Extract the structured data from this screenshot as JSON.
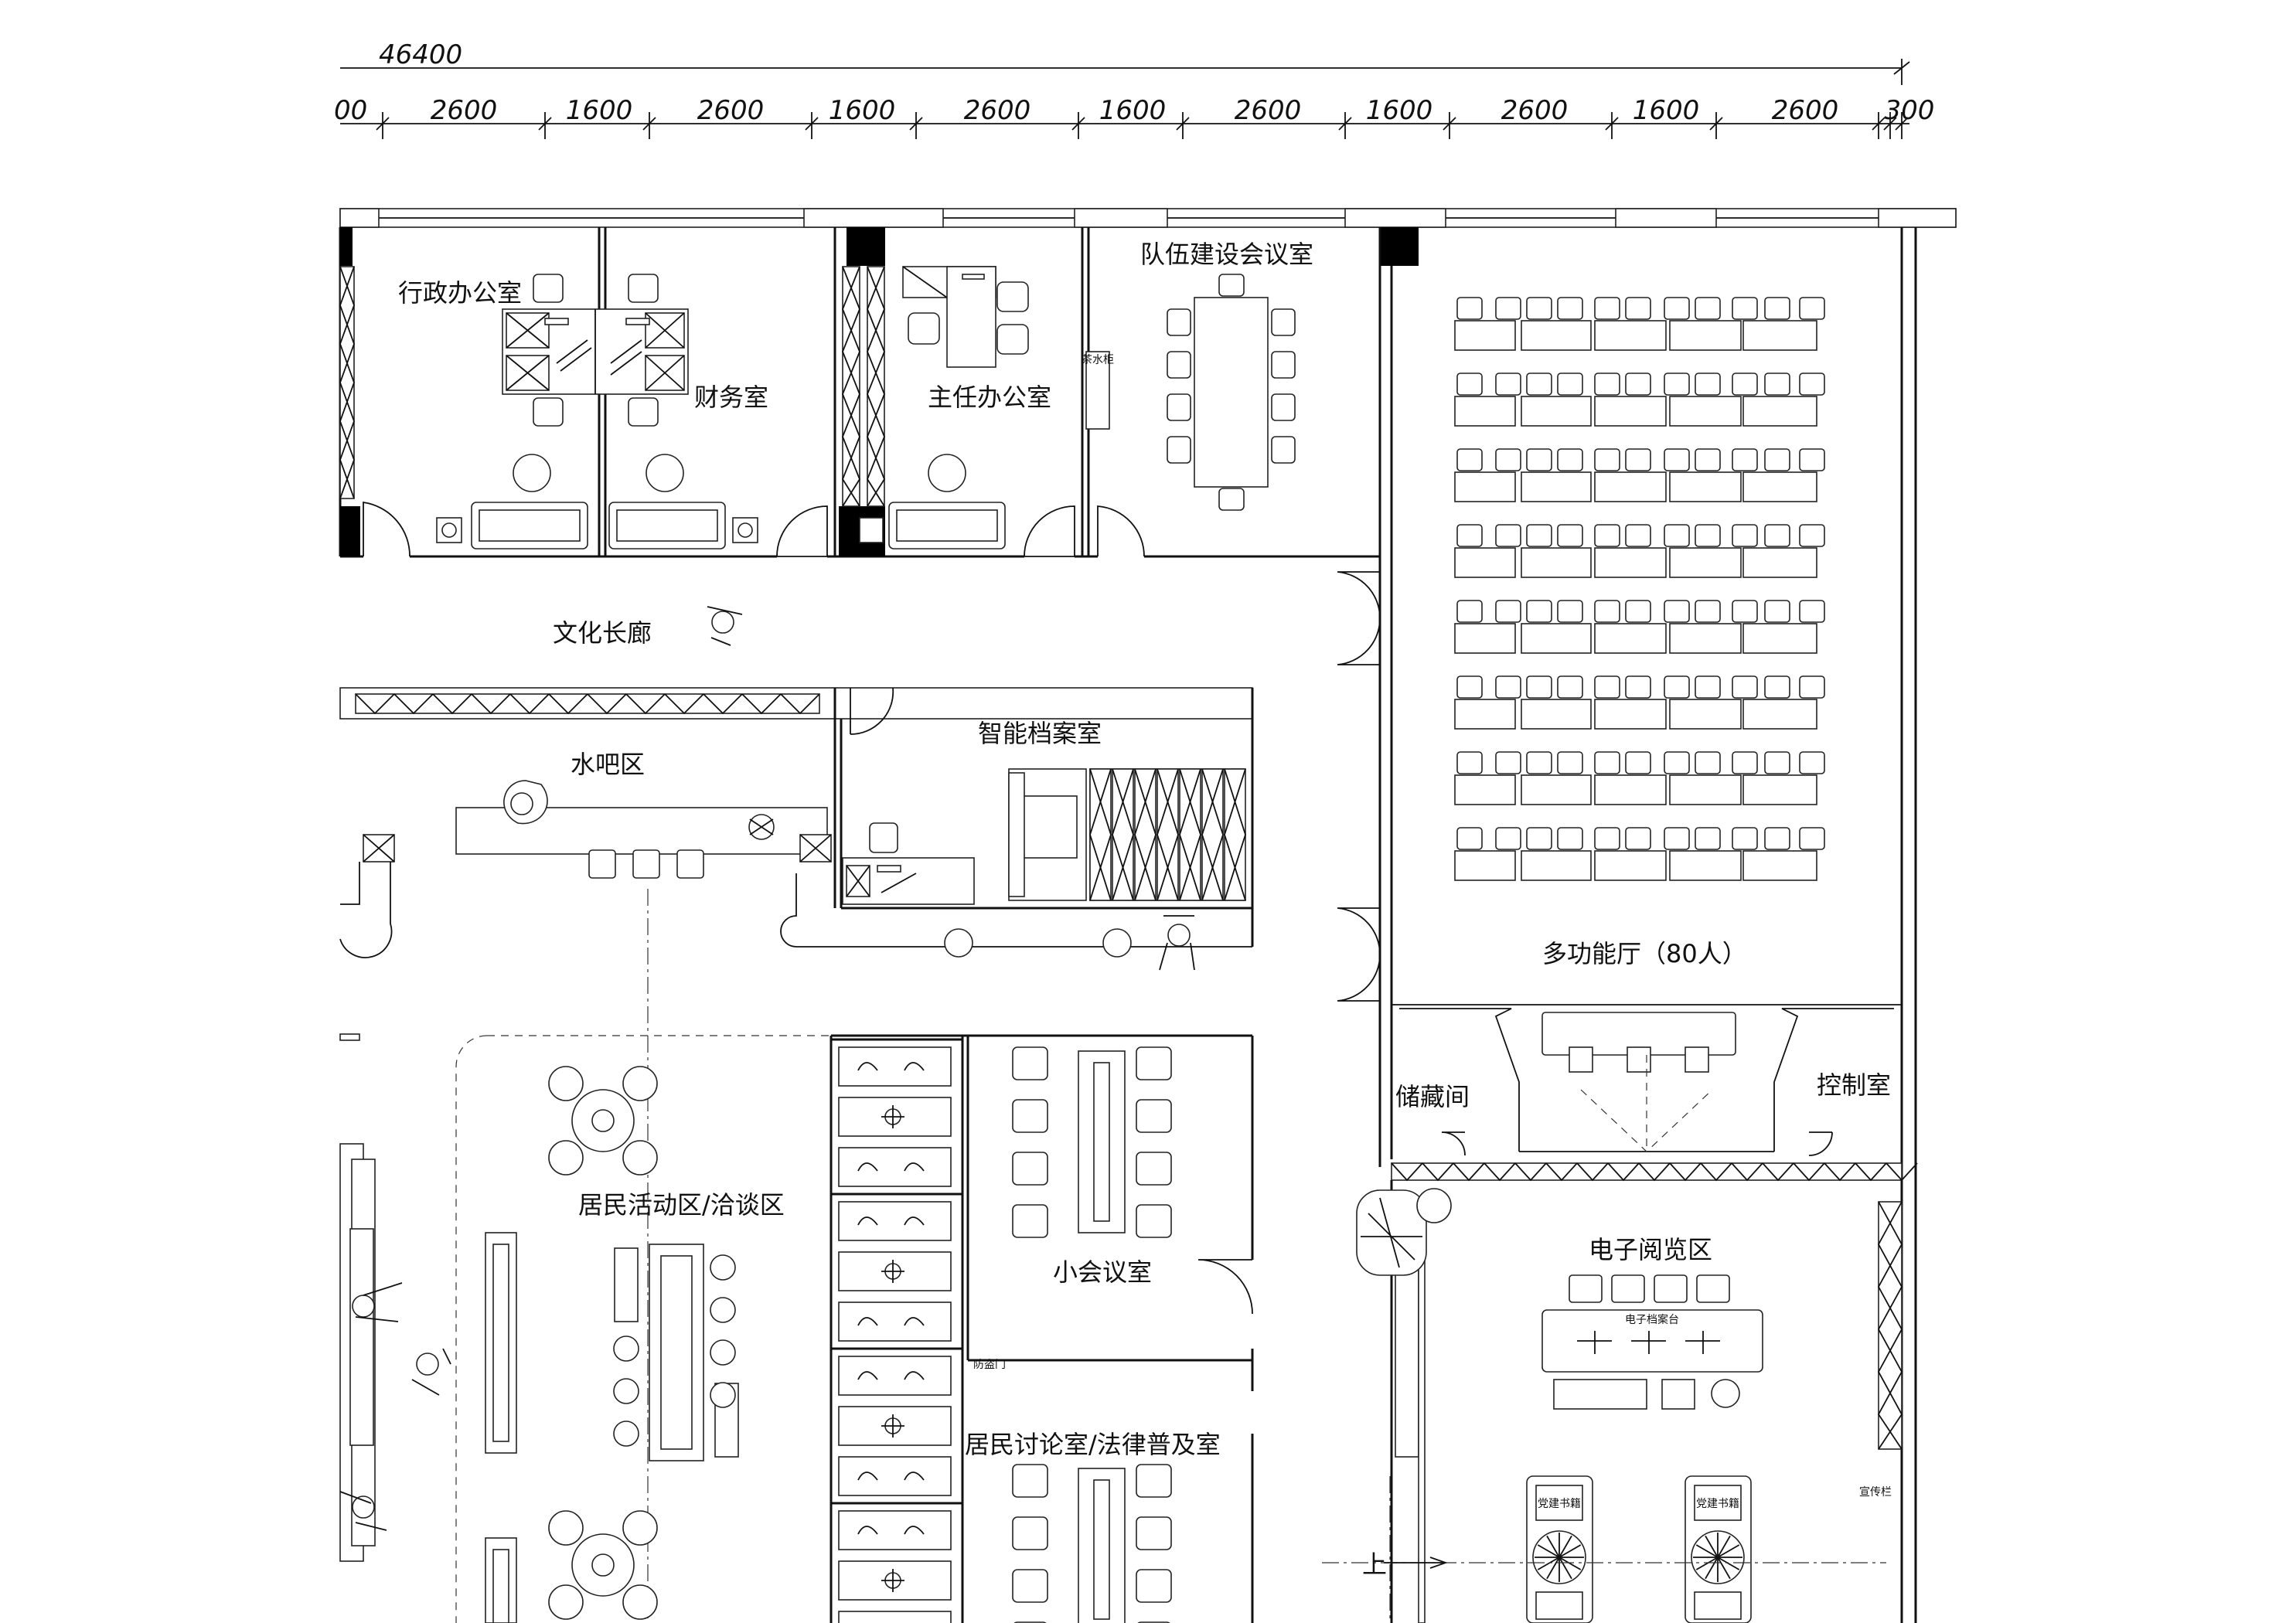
{
  "dimensions": {
    "total": "46400",
    "segments": [
      "00",
      "2600",
      "1600",
      "2600",
      "1600",
      "2600",
      "1600",
      "2600",
      "1600",
      "2600",
      "1600",
      "2600",
      "300"
    ]
  },
  "rooms": {
    "admin_office": "行政办公室",
    "finance": "财务室",
    "director_office": "主任办公室",
    "team_meeting": "队伍建设会议室",
    "culture_corridor": "文化长廊",
    "water_bar": "水吧区",
    "smart_archive": "智能档案室",
    "multi_hall": "多功能厅（80人）",
    "storage": "储藏间",
    "control": "控制室",
    "resident_activity": "居民活动区/洽谈区",
    "small_meeting": "小会议室",
    "resident_discussion": "居民讨论室/法律普及室",
    "e_reading": "电子阅览区"
  },
  "small_text": {
    "cabinet": "茶水柜",
    "door_tag": "防盗门",
    "e_desk": "电子档案台",
    "party_book": "党建书籍",
    "right_note": "宣传栏",
    "stairs_up": "上"
  }
}
